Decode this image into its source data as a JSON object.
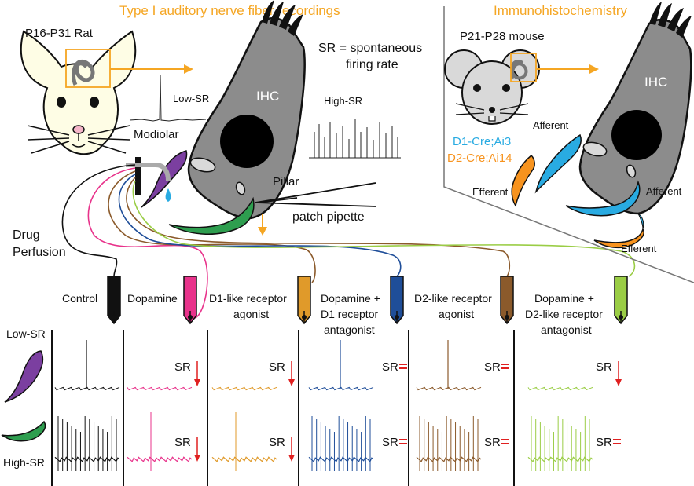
{
  "rat_section": {
    "title": "Type I auditory nerve fiber recordings",
    "animal_label": "P16-P31 Rat"
  },
  "mouse_section": {
    "title": "Immunohistochemistry",
    "animal_label": "P21-P28 mouse",
    "strain_1": "D1-Cre;Ai3",
    "strain_2": "D2-Cre;Ai14",
    "ihc_label": "IHC",
    "afferent_label": "Afferent",
    "afferent_label_2": "Afferent",
    "efferent_label": "Efferent",
    "efferent_label_2": "Efferent"
  },
  "setup": {
    "sr_definition_line1": "SR = spontaneous",
    "sr_definition_line2": "firing rate",
    "low_sr_label": "Low-SR",
    "high_sr_label": "High-SR",
    "ihc_label": "IHC",
    "modiolar_label": "Modiolar",
    "pillar_label": "Pillar",
    "pipette_label": "patch pipette",
    "drug_label_line1": "Drug",
    "drug_label_line2": "Perfusion"
  },
  "conditions": [
    {
      "line1": "Control",
      "line2": "",
      "line3": "",
      "color": "#111111"
    },
    {
      "line1": "Dopamine",
      "line2": "",
      "line3": "",
      "color": "#e8338b"
    },
    {
      "line1": "D1-like receptor",
      "line2": "agonist",
      "line3": "",
      "color": "#e09a2a"
    },
    {
      "line1": "Dopamine +",
      "line2": "D1 receptor",
      "line3": "antagonist",
      "color": "#1f4e99"
    },
    {
      "line1": "D2-like receptor",
      "line2": "agonist",
      "line3": "",
      "color": "#8b5a2b"
    },
    {
      "line1": "Dopamine +",
      "line2": "D2-like receptor",
      "line3": "antagonist",
      "color": "#9acd45"
    }
  ],
  "rows": {
    "low_sr_label": "Low-SR",
    "high_sr_label": "High-SR",
    "sr_text": "SR",
    "low_sr_effects": [
      "",
      "down",
      "down",
      "equal",
      "equal",
      "down"
    ],
    "high_sr_effects": [
      "",
      "down",
      "down",
      "equal",
      "equal",
      "equal"
    ]
  },
  "colors": {
    "title_orange": "#f5a623",
    "cell_gray": "#8c8c8c",
    "d1_blue": "#29abe2",
    "d2_orange": "#f7931e",
    "purple_terminal": "#7b3fa0",
    "green_terminal": "#2e9e4f",
    "arrow_red": "#e02020"
  }
}
